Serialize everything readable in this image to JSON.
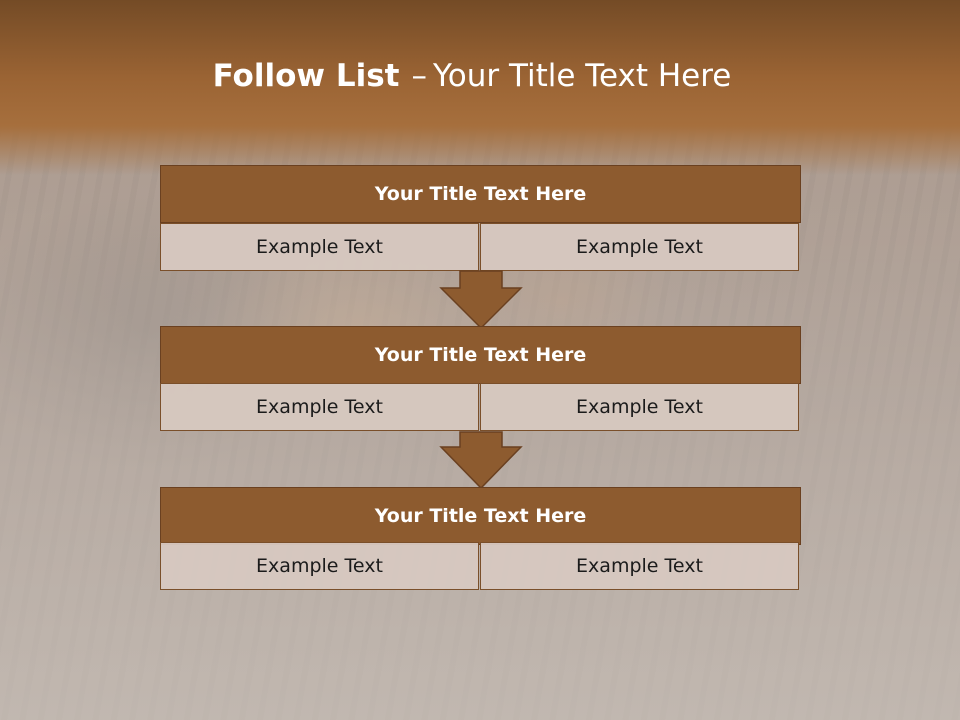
{
  "slide": {
    "title_bold": "Follow List",
    "title_separator": "–",
    "title_rest": "Your Title Text Here"
  },
  "steps": [
    {
      "title": "Your Title Text Here",
      "left_text": "Example Text",
      "right_text": "Example Text"
    },
    {
      "title": "Your Title Text Here",
      "left_text": "Example Text",
      "right_text": "Example Text"
    },
    {
      "title": "Your Title Text Here",
      "left_text": "Example Text",
      "right_text": "Example Text"
    }
  ],
  "colors": {
    "header_band": "#9b6434",
    "block_header": "#8d5b2f",
    "cell_fill": "#d6c8c0",
    "arrow_fill": "#8d5b2f"
  }
}
